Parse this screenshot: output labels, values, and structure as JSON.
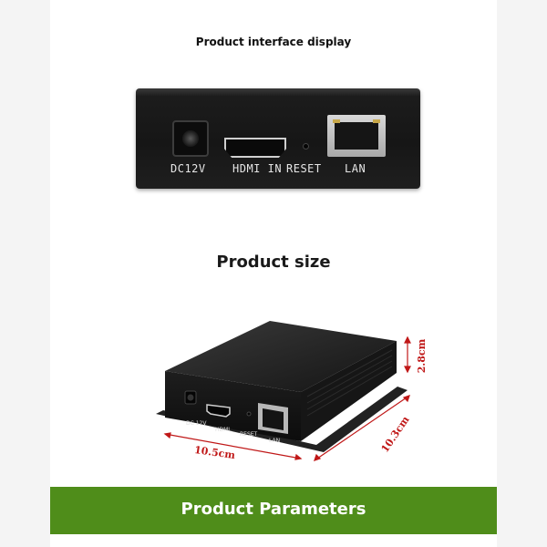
{
  "sections": {
    "interface_heading": "Product interface display",
    "size_heading": "Product size",
    "parameters_banner": "Product Parameters"
  },
  "rear_panel": {
    "ports": [
      "DC12V",
      "HDMI IN",
      "RESET",
      "LAN"
    ]
  },
  "size_diagram": {
    "port_labels": [
      "DC 12V",
      "HDMI",
      "RESET",
      "LAN"
    ],
    "dimensions": {
      "width": "10.5cm",
      "depth": "10.3cm",
      "height": "2.8cm"
    },
    "dimension_color": "#c01818"
  },
  "colors": {
    "banner": "#4f8d1a",
    "device": "#1a1a1a"
  }
}
